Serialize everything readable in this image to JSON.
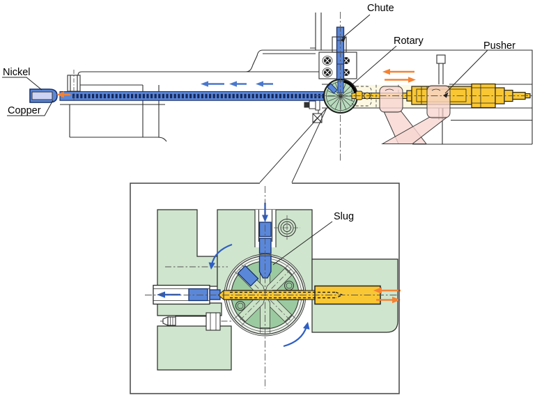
{
  "diagram": {
    "type": "engineering-cross-section",
    "views": {
      "main_view": "slug feeding machine side section",
      "inset_view": "magnified rotary detail"
    },
    "labels": {
      "chute": "Chute",
      "rotary": "Rotary",
      "pusher": "Pusher",
      "nickel": "Nickel",
      "copper": "Copper",
      "slug": "Slug"
    },
    "arrows": {
      "feed_tube_flow": "left",
      "tip_eject": "left",
      "pusher_stroke": "left-right",
      "chute_feed": "down",
      "rotary_rotation": "counterclockwise",
      "pusher_in": "left",
      "pusher_return": "right",
      "inset_exit": "left"
    },
    "colors": {
      "slug_blue": "#5b87d8",
      "slug_outline": "#14306e",
      "copper_fill": "#cdd4f4",
      "pusher_yellow": "#f9c733",
      "rotary_disc_green": "#9ccaa0",
      "slot_green": "#cae2c6",
      "block_green": "#cfe5cd",
      "flow_orange": "#f58232",
      "arrow_blue": "#2f5fc4",
      "hands_pink": "#f8d8d3",
      "safety_cream": "#fcf8e2",
      "line": "#2e2e2e"
    }
  }
}
